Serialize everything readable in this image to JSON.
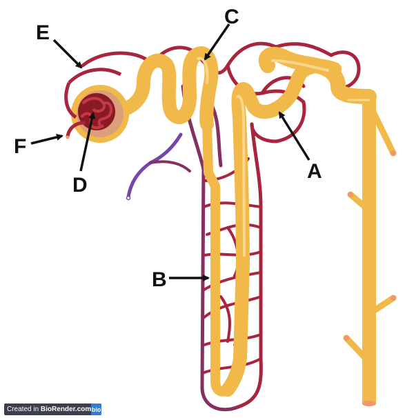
{
  "labels": {
    "A": "A",
    "B": "B",
    "C": "C",
    "D": "D",
    "E": "E",
    "F": "F"
  },
  "colors": {
    "tubule": "#f1b84a",
    "tubule_highlight": "#f8d68a",
    "tubule_cap": "#f0986a",
    "vessel": "#a8253d",
    "vessel_purple": "#862f63",
    "vein_violet": "#7546a8",
    "glomerulus": "#a31f2c",
    "capsule_fill": "#d9a07a",
    "arrow": "#111111"
  },
  "badge": {
    "prefix": "Created in ",
    "brand": "BioRender.com",
    "logo": "bio"
  }
}
